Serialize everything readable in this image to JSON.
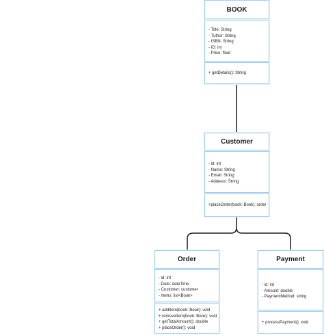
{
  "book": {
    "title": "BOOK",
    "attributes": [
      "- Title: String",
      "- Tuthor: String",
      "- ISBN: String",
      "- ID: int",
      "- Price: float"
    ],
    "methods": [
      "+ getDetails(): String"
    ]
  },
  "customer": {
    "title": "Customer",
    "attributes": [
      "- id: int",
      "- Name: String",
      "- Email: String",
      "- Address: String"
    ],
    "methods": [
      "+placeOrder(book: Book): order"
    ]
  },
  "order": {
    "title": "Order",
    "attributes": [
      "- id: int",
      "- Date: dateTime",
      "- Customer: customer",
      "- Items: list<Book>"
    ],
    "methods": [
      "+ addItem(book: Book): void",
      "+ removeItem(book: Book): void",
      "+ getTotalAmount(): double",
      "+ placeOrder(): void"
    ]
  },
  "payment": {
    "title": "Payment",
    "attributes": [
      "- id: int",
      "- Amount: double",
      "- PaymentMethod: string"
    ],
    "methods": [
      "+ processPayment(): void"
    ]
  },
  "colors": {
    "border": "#9fcdf3",
    "line": "#1a1a1a"
  }
}
